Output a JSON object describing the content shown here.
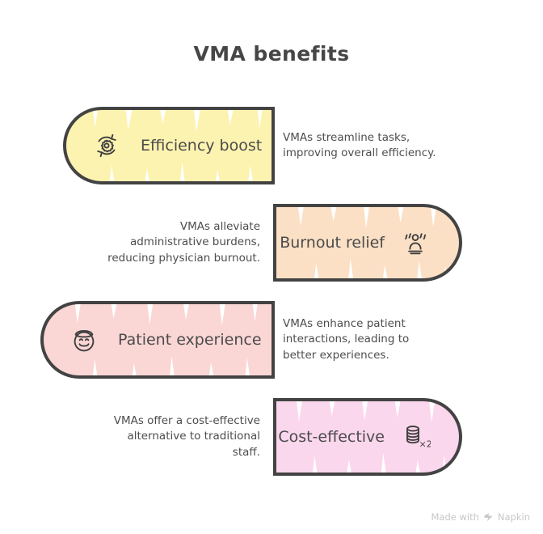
{
  "title": "VMA benefits",
  "colors": {
    "stroke": "#434343",
    "text": "#4b4b4b",
    "title": "#464646",
    "card_1_fill": "#FCF3B0",
    "card_2_fill": "#FBE0C6",
    "card_3_fill": "#FAD7D5",
    "card_4_fill": "#FBD7EE",
    "watermark": "#c9c6c6"
  },
  "benefits": [
    {
      "label": "Efficiency boost",
      "icon": "gear-cycle-icon",
      "side": "left",
      "description": "VMAs streamline tasks, improving overall efficiency.",
      "description_lines": [
        "VMAs streamline tasks,",
        "improving overall efficiency."
      ]
    },
    {
      "label": "Burnout relief",
      "icon": "exhausted-person-steam-icon",
      "side": "right",
      "description": "VMAs alleviate administrative burdens, reducing physician burnout.",
      "description_lines": [
        "VMAs alleviate",
        "administrative burdens,",
        "reducing physician burnout."
      ]
    },
    {
      "label": "Patient experience",
      "icon": "smiling-face-icon",
      "side": "left",
      "description": "VMAs enhance patient interactions, leading to better experiences.",
      "description_lines": [
        "VMAs enhance patient",
        "interactions, leading to",
        "better experiences."
      ]
    },
    {
      "label": "Cost-effective",
      "icon": "coin-stack-icon",
      "icon_badge": "x2",
      "side": "right",
      "description": "VMAs offer a cost-effective alternative to traditional staff.",
      "description_lines": [
        "VMAs offer a cost-effective",
        "alternative to traditional",
        "staff."
      ]
    }
  ],
  "watermark": {
    "prefix": "Made with",
    "brand": "Napkin"
  }
}
